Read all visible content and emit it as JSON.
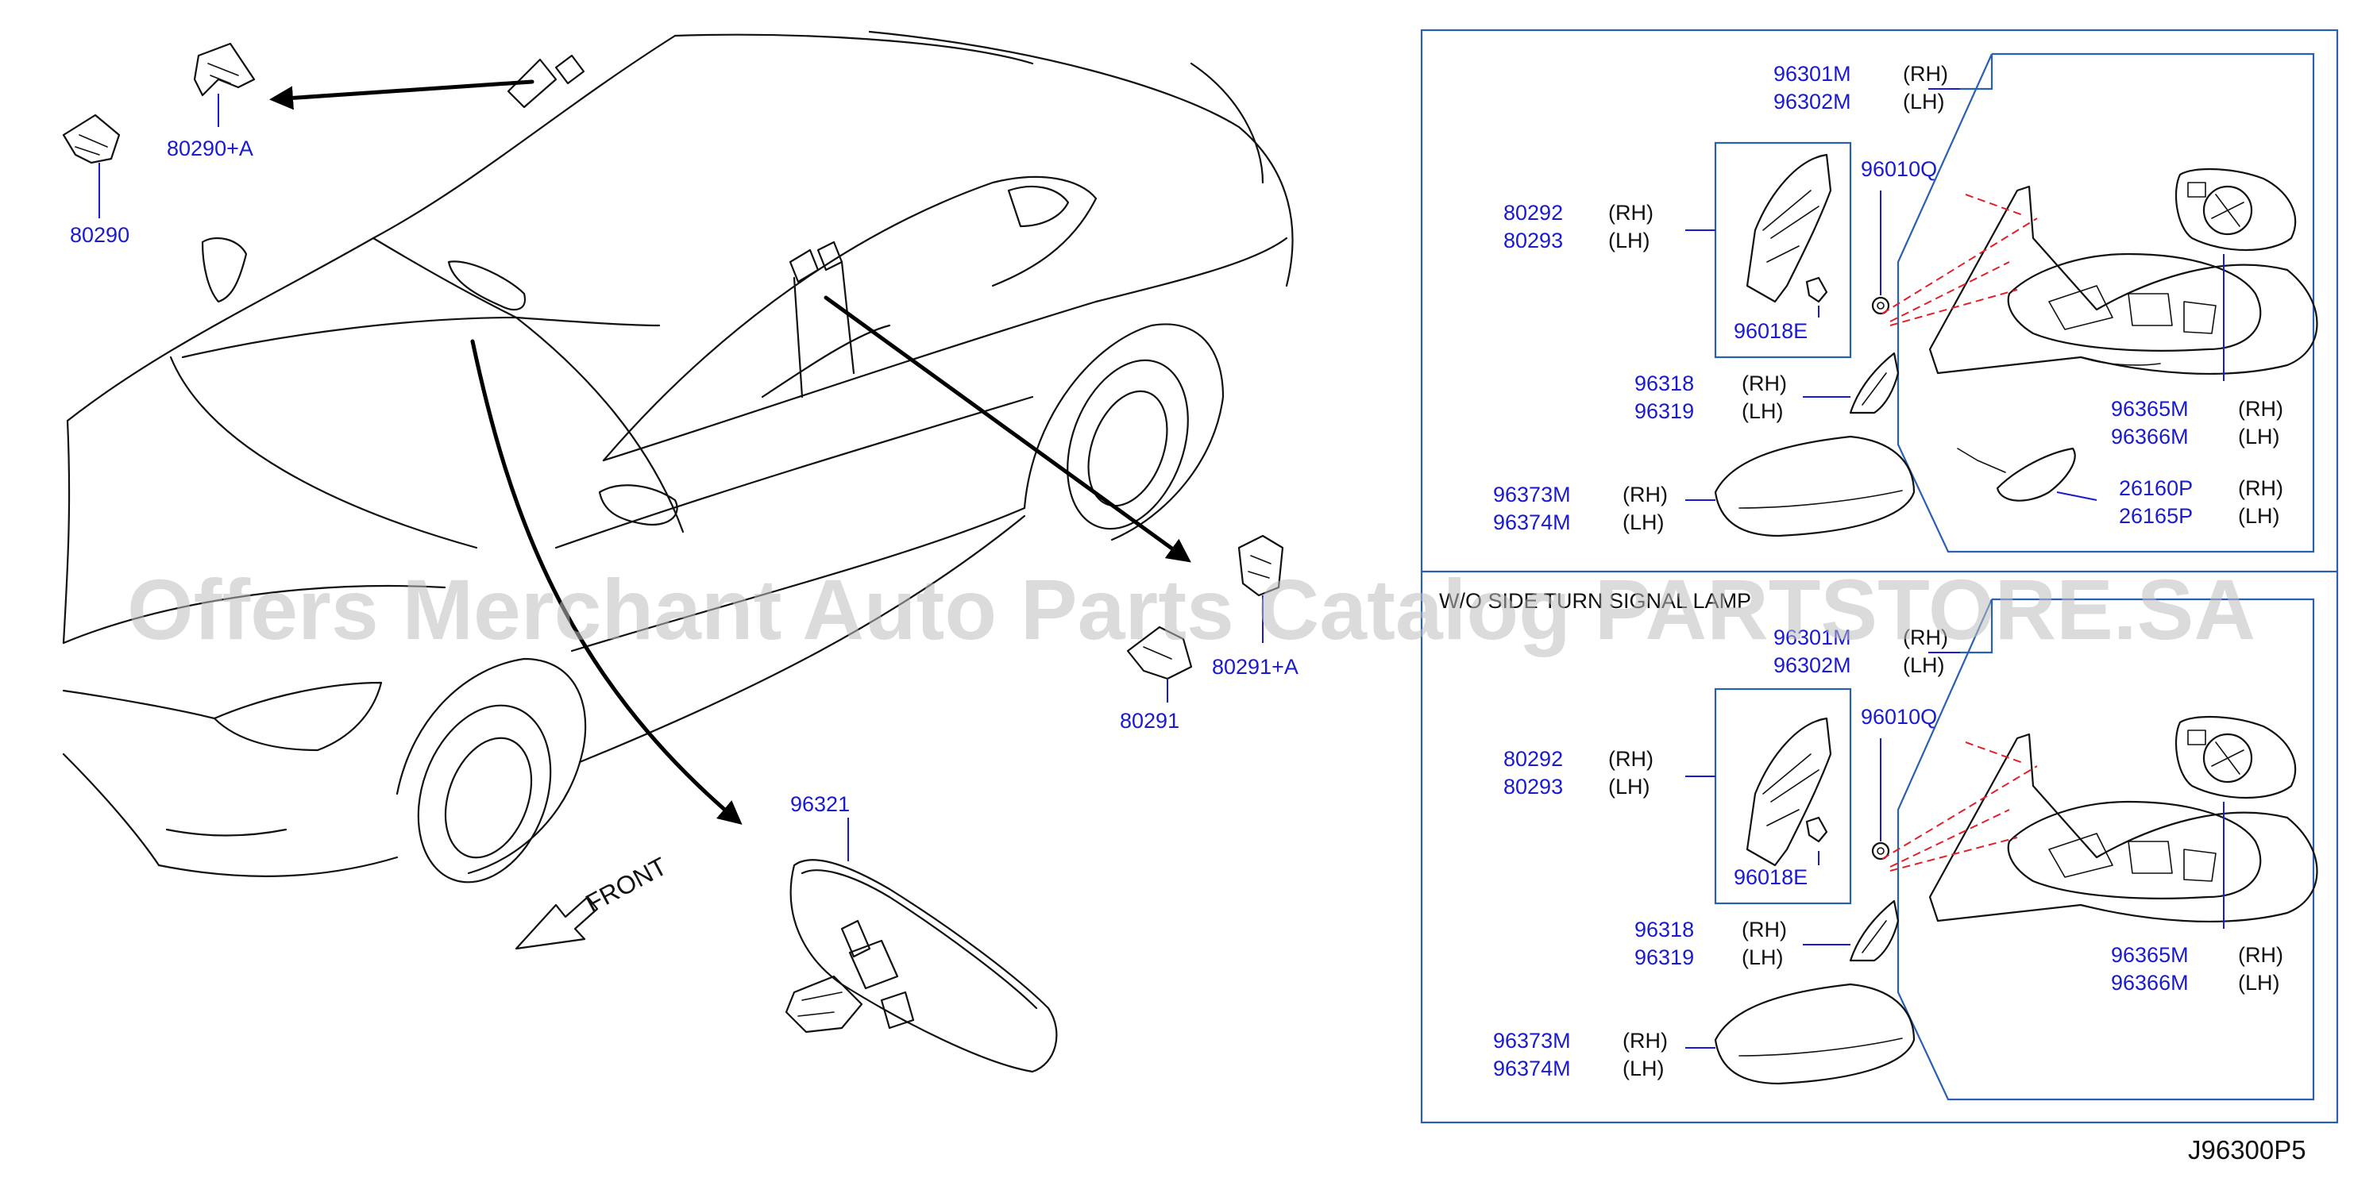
{
  "colors": {
    "part_number": "#1a1ad0",
    "frame": "#2b5fb0",
    "guide_line": "#e0202a",
    "watermark": "#bdbdbd"
  },
  "car_labels": {
    "p80290a": "80290+A",
    "p80290": "80290",
    "p80291a": "80291+A",
    "p80291": "80291",
    "p96321": "96321",
    "front": "FRONT"
  },
  "side": {
    "rh": "(RH)",
    "lh": "(LH)"
  },
  "panel_top": {
    "mirror_rh": "96301M",
    "mirror_lh": "96302M",
    "screw": "96010Q",
    "finisher_rh": "80292",
    "finisher_lh": "80293",
    "clip": "96018E",
    "glass_rh": "96318",
    "glass_lh": "96319",
    "cover_rh": "96373M",
    "cover_lh": "96374M",
    "actuator_rh": "96365M",
    "actuator_lh": "96366M",
    "lamp_rh": "26160P",
    "lamp_lh": "26165P"
  },
  "panel_bottom": {
    "heading": "W/O SIDE TURN SIGNAL LAMP",
    "mirror_rh": "96301M",
    "mirror_lh": "96302M",
    "screw": "96010Q",
    "finisher_rh": "80292",
    "finisher_lh": "80293",
    "clip": "96018E",
    "glass_rh": "96318",
    "glass_lh": "96319",
    "cover_rh": "96373M",
    "cover_lh": "96374M",
    "actuator_rh": "96365M",
    "actuator_lh": "96366M"
  },
  "diagram_code": "J96300P5",
  "watermark": "Offers Merchant Auto Parts Catalog PARTSTORE.SA"
}
